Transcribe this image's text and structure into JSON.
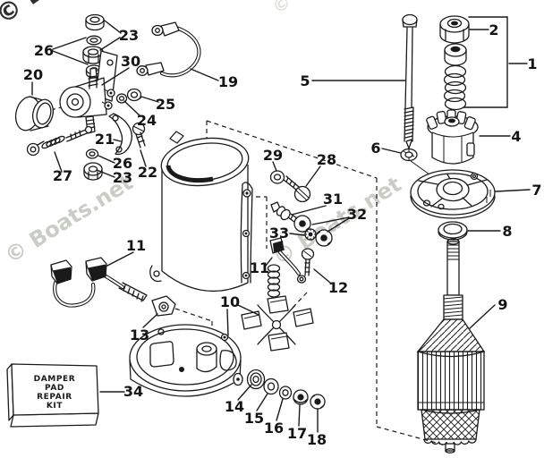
{
  "watermark": {
    "text": "© Boats.net"
  },
  "kit_box": {
    "line1": "DAMPER",
    "line2": "PAD",
    "line3": "REPAIR",
    "line4": "KIT"
  },
  "callouts": {
    "n1": "1",
    "n2": "2",
    "n4": "4",
    "n5": "5",
    "n6": "6",
    "n7": "7",
    "n8": "8",
    "n9": "9",
    "n10": "10",
    "n11_left": "11",
    "n11_right": "11",
    "n12": "12",
    "n13": "13",
    "n14": "14",
    "n15": "15",
    "n16": "16",
    "n17": "17",
    "n18": "18",
    "n19": "19",
    "n20": "20",
    "n21": "21",
    "n22": "22",
    "n23_top": "23",
    "n23_bottom": "23",
    "n24": "24",
    "n25": "25",
    "n26_top": "26",
    "n26_bottom": "26",
    "n27": "27",
    "n28": "28",
    "n29": "29",
    "n30": "30",
    "n31": "31",
    "n32": "32",
    "n33": "33",
    "n34": "34"
  }
}
